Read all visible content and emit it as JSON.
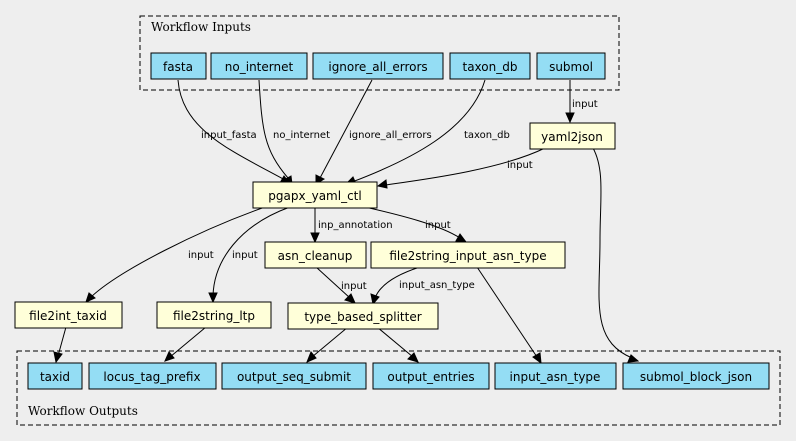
{
  "clusters": {
    "inputs": "Workflow Inputs",
    "outputs": "Workflow Outputs"
  },
  "nodes": {
    "fasta": "fasta",
    "no_internet": "no_internet",
    "ignore_all_errors": "ignore_all_errors",
    "taxon_db": "taxon_db",
    "submol": "submol",
    "yaml2json": "yaml2json",
    "pgapx_yaml_ctl": "pgapx_yaml_ctl",
    "asn_cleanup": "asn_cleanup",
    "file2string_input_asn_type": "file2string_input_asn_type",
    "file2int_taxid": "file2int_taxid",
    "file2string_ltp": "file2string_ltp",
    "type_based_splitter": "type_based_splitter",
    "taxid": "taxid",
    "locus_tag_prefix": "locus_tag_prefix",
    "output_seq_submit": "output_seq_submit",
    "output_entries": "output_entries",
    "input_asn_type": "input_asn_type",
    "submol_block_json": "submol_block_json"
  },
  "edges": {
    "fasta_pgapx": "input_fasta",
    "nointernet_pgapx": "no_internet",
    "ignore_pgapx": "ignore_all_errors",
    "taxondb_pgapx": "taxon_db",
    "submol_yaml2json": "input",
    "yaml2json_pgapx": "input",
    "pgapx_asncleanup": "inp_annotation",
    "pgapx_f2s_asn": "input",
    "pgapx_file2int": "input",
    "pgapx_f2s_ltp": "input",
    "asncleanup_splitter": "input",
    "f2s_asn_splitter": "input_asn_type"
  }
}
